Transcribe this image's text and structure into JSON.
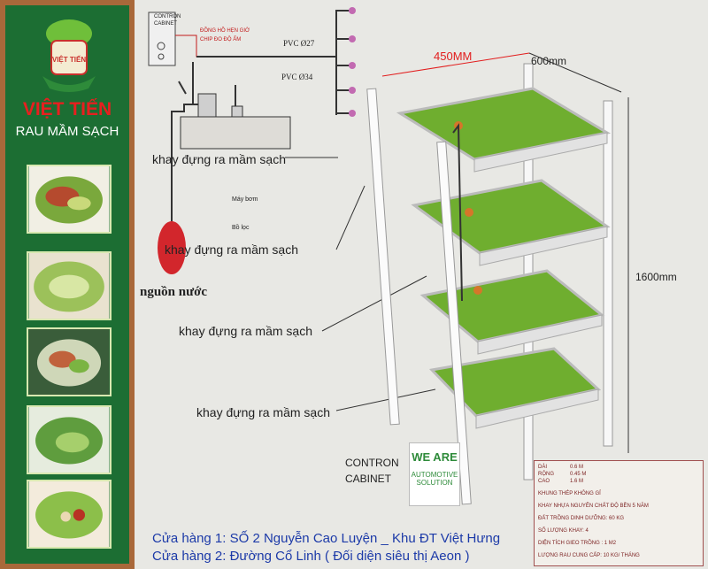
{
  "brand": {
    "name": "VIỆT TIẾN",
    "subtitle": "RAU MẦM SẠCH",
    "logo_text": "VIỆT TIẾN"
  },
  "diagram": {
    "cabinet_label_1": "CONTRON",
    "cabinet_label_2": "CABINET",
    "timer_label": "ĐỒNG HỒ HẸN GIỜ",
    "sensor_label": "CHIP ĐO ĐỘ ẨM",
    "pvc_27": "PVC Ø27",
    "pvc_34": "PVC Ø34",
    "pump_label": "Máy bơm",
    "filter_label": "Bồ lọc",
    "water_label": "nguồn nước",
    "tray_label_top": "khay đựng ra mầm sạch",
    "tray_label_mid": "khay đựng ra mầm sạch",
    "tray_label_3": "khay đựng ra mầm sạch",
    "tray_label_4": "khay đựng ra mầm sạch",
    "dim_width": "450MM",
    "dim_depth": "600mm",
    "dim_height": "1600mm",
    "contron_1": "CONTRON",
    "contron_2": "CABINET",
    "we_are_1": "WE ARE",
    "we_are_2": "AUTOMOTIVE",
    "we_are_3": "SOLUTION"
  },
  "specs": {
    "dai": "DÀI",
    "dai_val": "0.6 M",
    "rong": "RỘNG",
    "rong_val": "0.45 M",
    "cao": "CAO",
    "cao_val": "1.6 M",
    "row1": "KHUNG THÉP KHÔNG GỈ",
    "row2": "KHAY NHỰA NGUYÊN CHẤT ĐỘ BỀN 5 NĂM",
    "row3": "ĐẤT TRỒNG DINH DƯỠNG: 60 KG",
    "row4": "SỐ LƯỢNG KHAY: 4",
    "row5": "DIỆN TÍCH GIEO TRỒNG : 1 M2",
    "row6": "LƯỢNG RAU CUNG CẤP: 10 KG/ THÁNG"
  },
  "stores": {
    "store1": "Cửa hàng 1: SỐ 2 Nguyễn Cao Luyện _ Khu ĐT Việt Hưng",
    "store2": "Cửa hàng 2: Đường Cổ Linh ( Đối diện siêu thị Aeon )"
  },
  "colors": {
    "sidebar_border": "#a9683a",
    "sidebar_bg": "#1c6e33",
    "brand_red": "#e81f1f",
    "address_blue": "#1c3aa8",
    "grass": "#6fae2f"
  }
}
